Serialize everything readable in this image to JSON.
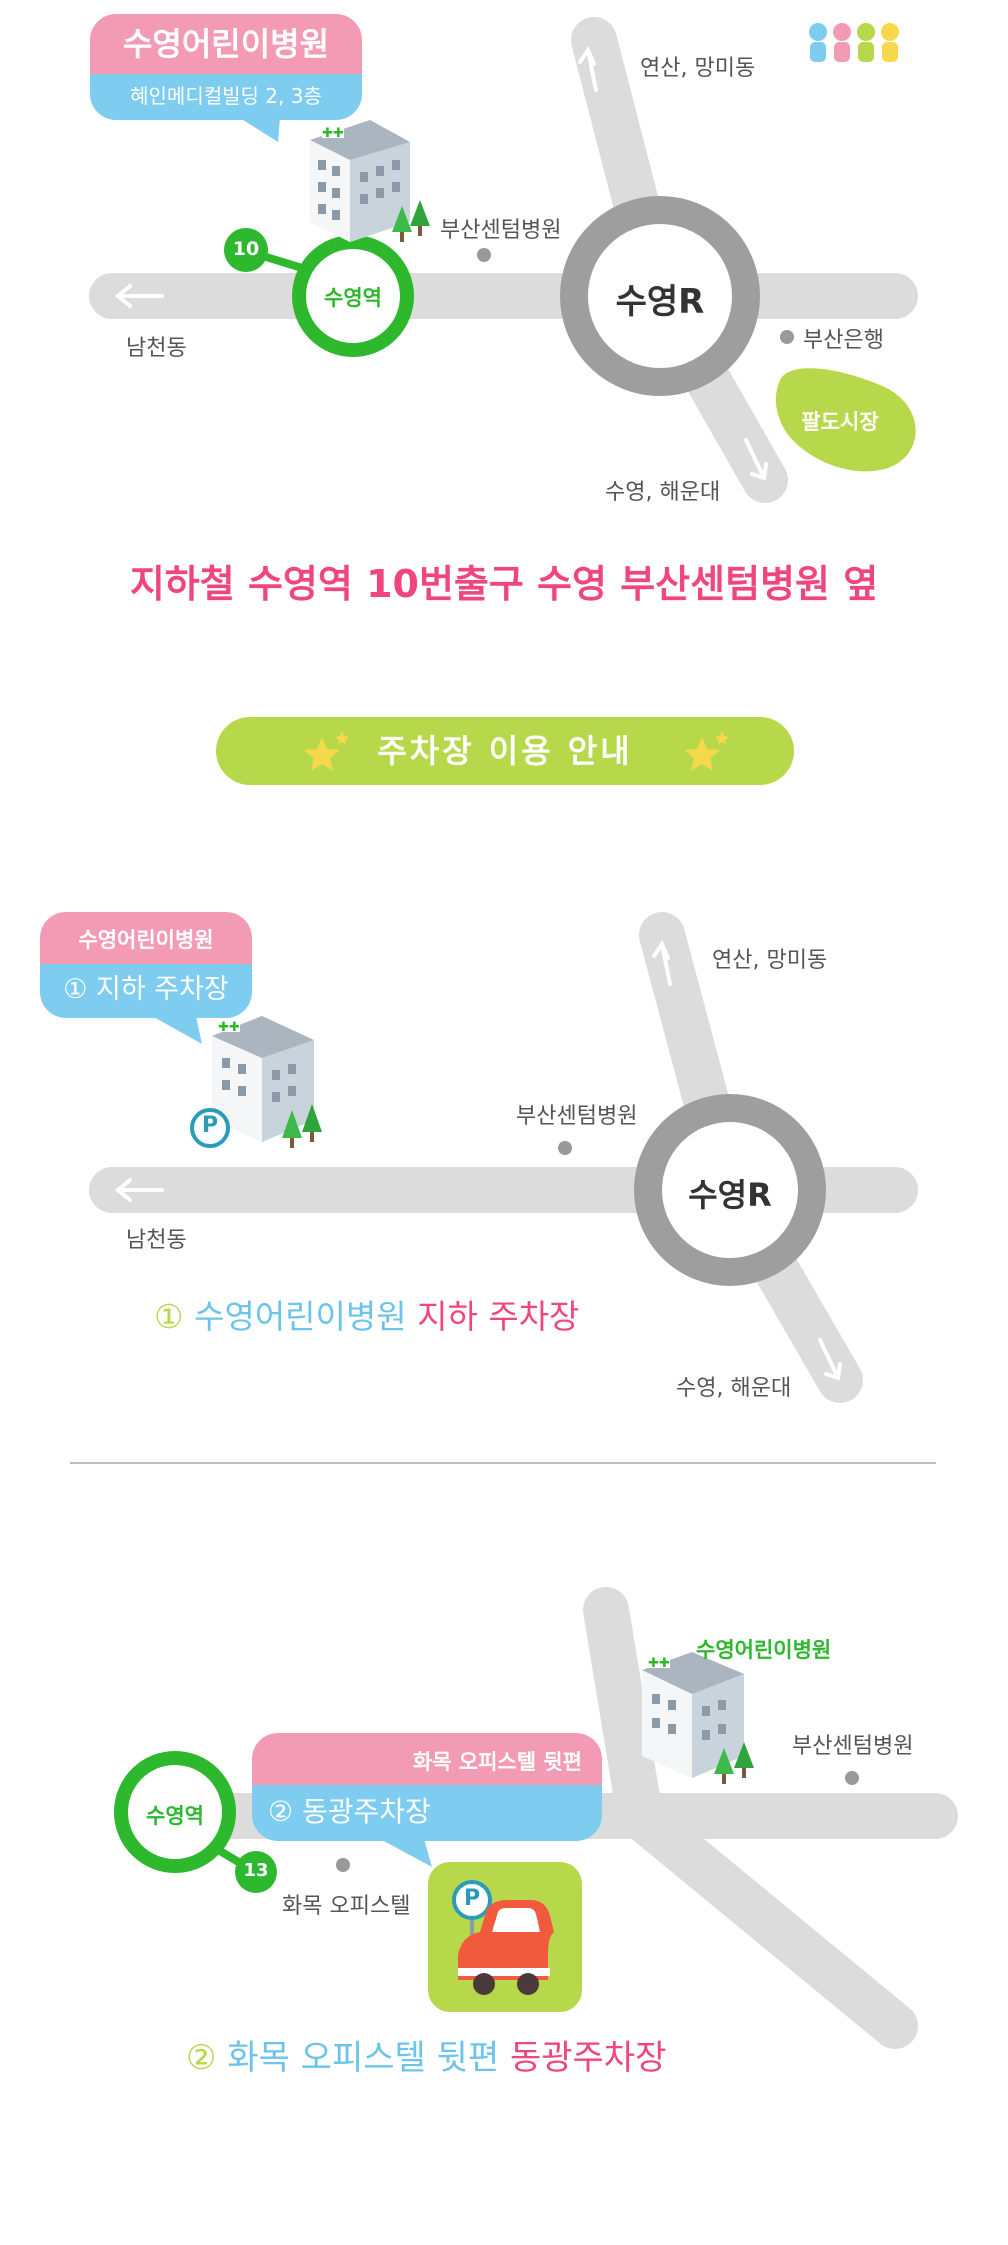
{
  "map1": {
    "hospital_name": "수영어린이병원",
    "hospital_address": "혜인메디컬빌딩 2, 3층",
    "exit_number": "10",
    "station": "수영역",
    "rotary": "수영R",
    "labels": {
      "north": "연산, 망미동",
      "west": "남천동",
      "landmark": "부산센텀병원",
      "bank": "부산은행",
      "market": "팔도시장",
      "south": "수영, 해운대"
    },
    "caption": "지하철 수영역 10번출구 수영 부산센텀병원 옆"
  },
  "parking_title": "주차장 이용 안내",
  "map2": {
    "bubble_top": "수영어린이병원",
    "bubble_bottom": "① 지하 주차장",
    "parking_sign": "P",
    "rotary": "수영R",
    "labels": {
      "north": "연산, 망미동",
      "west": "남천동",
      "landmark": "부산센텀병원",
      "south": "수영, 해운대"
    },
    "caption": {
      "num": "①",
      "part1": "수영어린이병원",
      "part2": "지하 주차장"
    }
  },
  "map3": {
    "station": "수영역",
    "exit_number": "13",
    "bubble_top": "화목 오피스텔 뒷편",
    "bubble_bottom": "② 동광주차장",
    "hospital_label": "수영어린이병원",
    "landmark": "부산센텀병원",
    "officetel": "화목 오피스텔",
    "parking_sign": "P",
    "caption": {
      "num": "②",
      "part1": "화목 오피스텔 뒷편",
      "part2": "동광주차장"
    }
  },
  "colors": {
    "pink": "#f0467f",
    "blue": "#6cc4ea",
    "green": "#2eb82e",
    "lime": "#b7d84a",
    "road": "#dcdcdc",
    "rotary": "#9e9e9e"
  }
}
